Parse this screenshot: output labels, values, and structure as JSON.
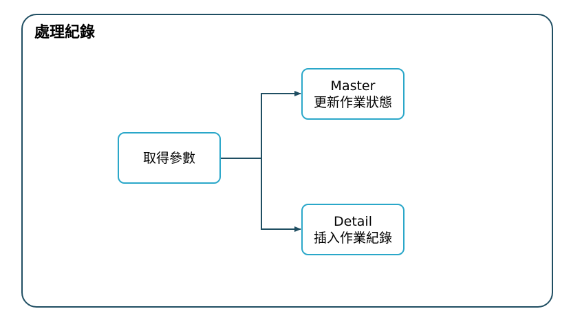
{
  "diagram": {
    "title": "處理紀錄",
    "nodes": {
      "source": {
        "label": "取得參數"
      },
      "master": {
        "name": "Master",
        "desc": "更新作業狀態"
      },
      "detail": {
        "name": "Detail",
        "desc": "插入作業紀錄"
      }
    },
    "colors": {
      "frame_border": "#1f4e62",
      "node_border": "#2aa7c9",
      "connector": "#1f4e62"
    }
  }
}
